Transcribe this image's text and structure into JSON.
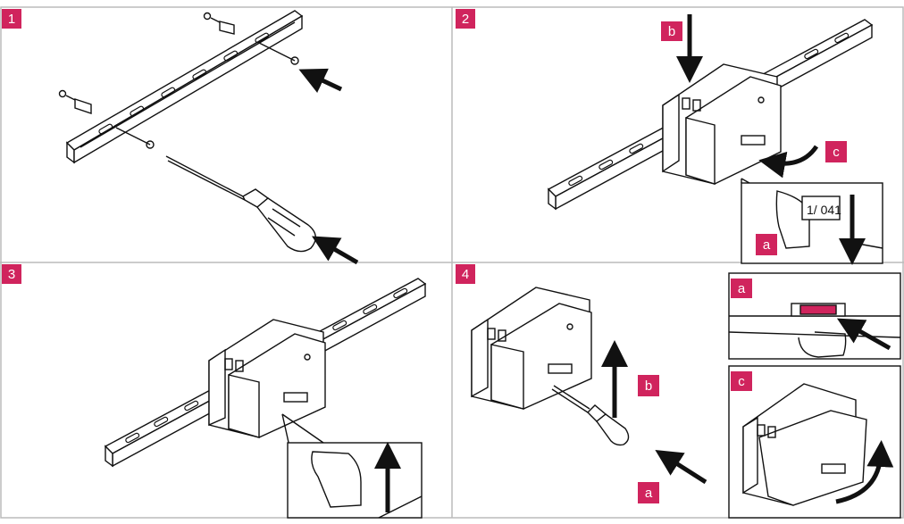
{
  "accent": "#d0245d",
  "steps": [
    {
      "number": "1"
    },
    {
      "number": "2",
      "labels": [
        "b",
        "c",
        "a"
      ],
      "inset_code": "1/ 041"
    },
    {
      "number": "3"
    },
    {
      "number": "4",
      "labels": [
        "b",
        "a"
      ],
      "inset_labels": [
        "a",
        "c"
      ]
    }
  ]
}
